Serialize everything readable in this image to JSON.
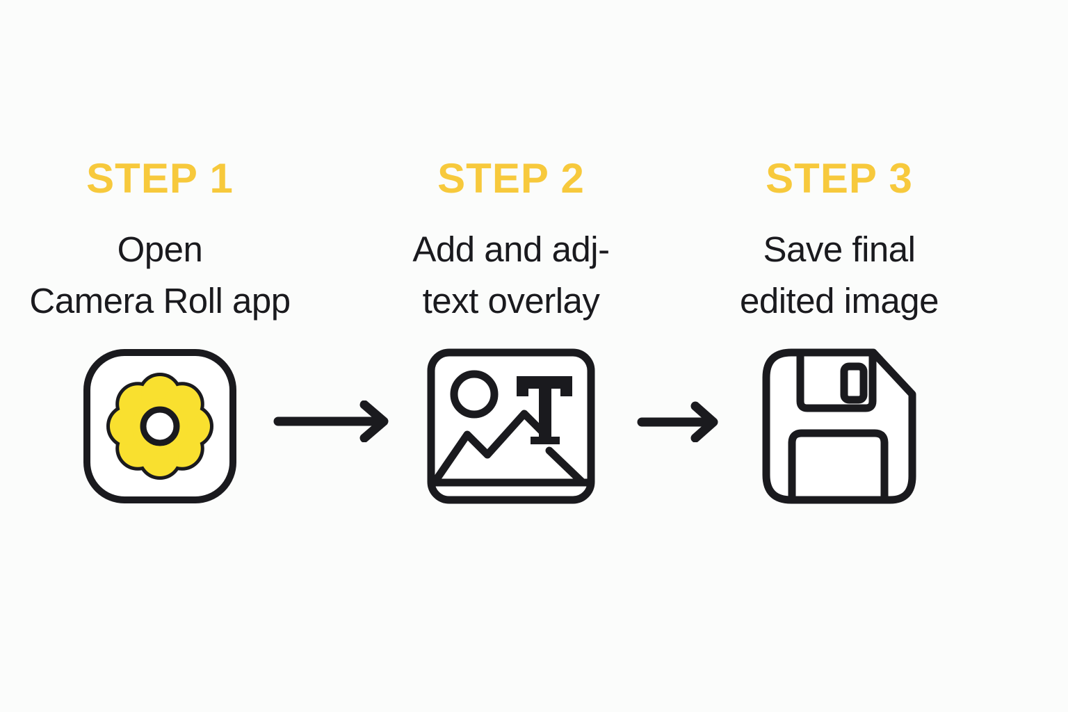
{
  "diagram": {
    "type": "step-flow",
    "step_count": 3,
    "direction": "left-to-right"
  },
  "steps": [
    {
      "label": "STEP 1",
      "desc_line1": "Open",
      "desc_line2": "Camera Roll app",
      "icon": "flower-app-icon"
    },
    {
      "label": "STEP 2",
      "desc_line1": "Add and adj-",
      "desc_line2": "text overlay",
      "icon": "image-text-overlay-icon"
    },
    {
      "label": "STEP 3",
      "desc_line1": "Save final",
      "desc_line2": "edited image",
      "icon": "floppy-disk-icon"
    }
  ],
  "connectors": [
    {
      "icon": "arrow-right-icon"
    },
    {
      "icon": "arrow-right-icon"
    }
  ],
  "colors": {
    "step_label_yellow": "#F7C93C",
    "flower_yellow": "#F9E02F",
    "ink": "#1A1A1E",
    "background": "#FBFCFB"
  }
}
